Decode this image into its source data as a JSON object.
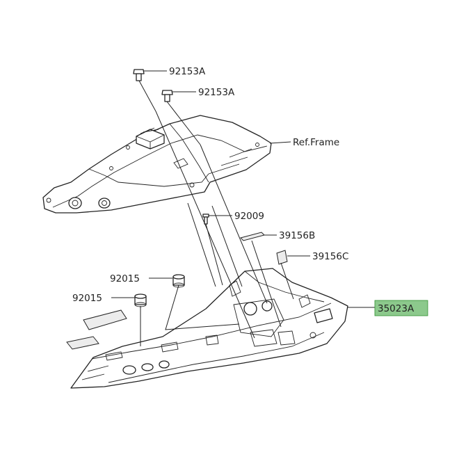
{
  "callouts": {
    "bolt_top": "92153A",
    "bolt_second": "92153A",
    "frame_ref": "Ref.Frame",
    "screw": "92009",
    "pad_b": "39156B",
    "pad_c": "39156C",
    "collar_upper": "92015",
    "collar_lower": "92015",
    "cover": "35023A"
  },
  "colors": {
    "highlight": "#8cc98c"
  }
}
